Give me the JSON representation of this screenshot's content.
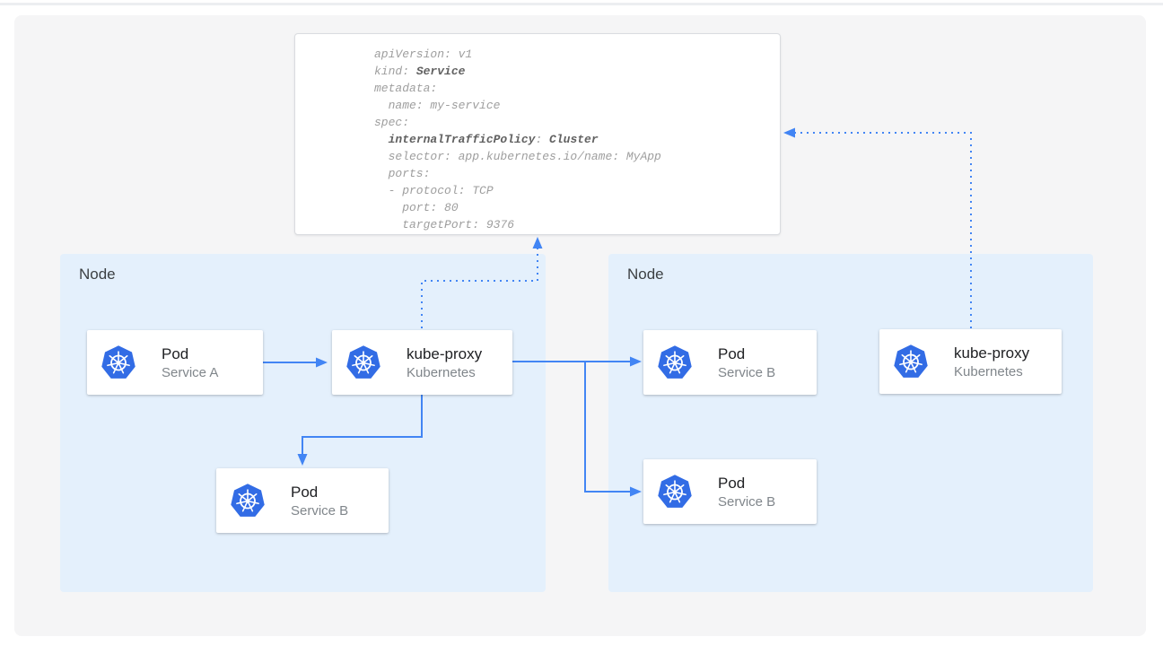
{
  "colors": {
    "accent": "#4285f4",
    "kubernetes_blue": "#326ce5",
    "node_fill": "#e4f0fc",
    "canvas_bg": "#f5f5f6",
    "code_text": "#9e9e9e",
    "code_bold": "#616161"
  },
  "code_panel": {
    "lines": [
      [
        {
          "t": "apiVersion: v1",
          "b": false
        }
      ],
      [
        {
          "t": "kind: ",
          "b": false
        },
        {
          "t": "Service",
          "b": true
        }
      ],
      [
        {
          "t": "metadata:",
          "b": false
        }
      ],
      [
        {
          "t": "  name: my-service",
          "b": false
        }
      ],
      [
        {
          "t": "spec:",
          "b": false
        }
      ],
      [
        {
          "t": "  ",
          "b": false
        },
        {
          "t": "internalTrafficPolicy",
          "b": true
        },
        {
          "t": ": ",
          "b": false
        },
        {
          "t": "Cluster",
          "b": true
        }
      ],
      [
        {
          "t": "  selector: app.kubernetes.io/name: MyApp",
          "b": false
        }
      ],
      [
        {
          "t": "  ports:",
          "b": false
        }
      ],
      [
        {
          "t": "  - protocol: TCP",
          "b": false
        }
      ],
      [
        {
          "t": "    port: 80",
          "b": false
        }
      ],
      [
        {
          "t": "    targetPort: 9376",
          "b": false
        }
      ]
    ]
  },
  "nodes": {
    "left": {
      "label": "Node"
    },
    "right": {
      "label": "Node"
    }
  },
  "boxes": {
    "pod_a": {
      "title": "Pod",
      "subtitle": "Service A",
      "icon": "kubernetes-wheel-icon"
    },
    "kube_proxy_left": {
      "title": "kube-proxy",
      "subtitle": "Kubernetes",
      "icon": "kubernetes-wheel-icon"
    },
    "pod_b_left": {
      "title": "Pod",
      "subtitle": "Service B",
      "icon": "kubernetes-wheel-icon"
    },
    "pod_b_right_top": {
      "title": "Pod",
      "subtitle": "Service B",
      "icon": "kubernetes-wheel-icon"
    },
    "pod_b_right_bottom": {
      "title": "Pod",
      "subtitle": "Service B",
      "icon": "kubernetes-wheel-icon"
    },
    "kube_proxy_right": {
      "title": "kube-proxy",
      "subtitle": "Kubernetes",
      "icon": "kubernetes-wheel-icon"
    }
  }
}
